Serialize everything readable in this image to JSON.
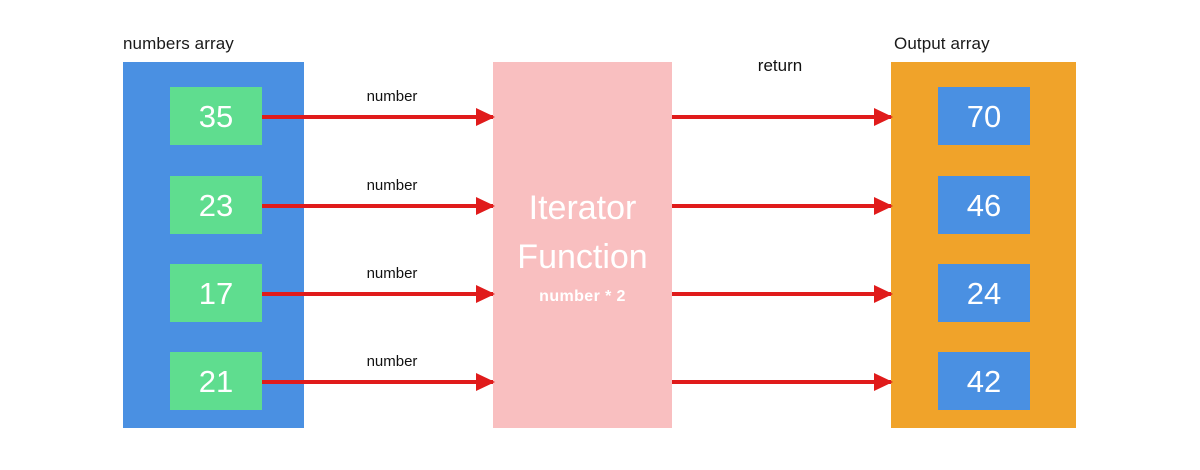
{
  "diagram": {
    "input_array": {
      "caption": "numbers array",
      "container_color": "#4a90e2",
      "cell_color": "#5fdd8f",
      "values": [
        "35",
        "23",
        "17",
        "21"
      ]
    },
    "iterator": {
      "title": "Iterator\nFunction",
      "formula": "number * 2",
      "box_color": "#f9bfc0"
    },
    "output_array": {
      "caption": "Output array",
      "container_color": "#f0a32a",
      "cell_color": "#4a90e2",
      "values": [
        "70",
        "46",
        "24",
        "42"
      ]
    },
    "arrows": {
      "color": "#e01b1b",
      "input_labels": [
        "number",
        "number",
        "number",
        "number"
      ],
      "output_labels": [
        "return",
        "",
        "",
        ""
      ]
    }
  }
}
